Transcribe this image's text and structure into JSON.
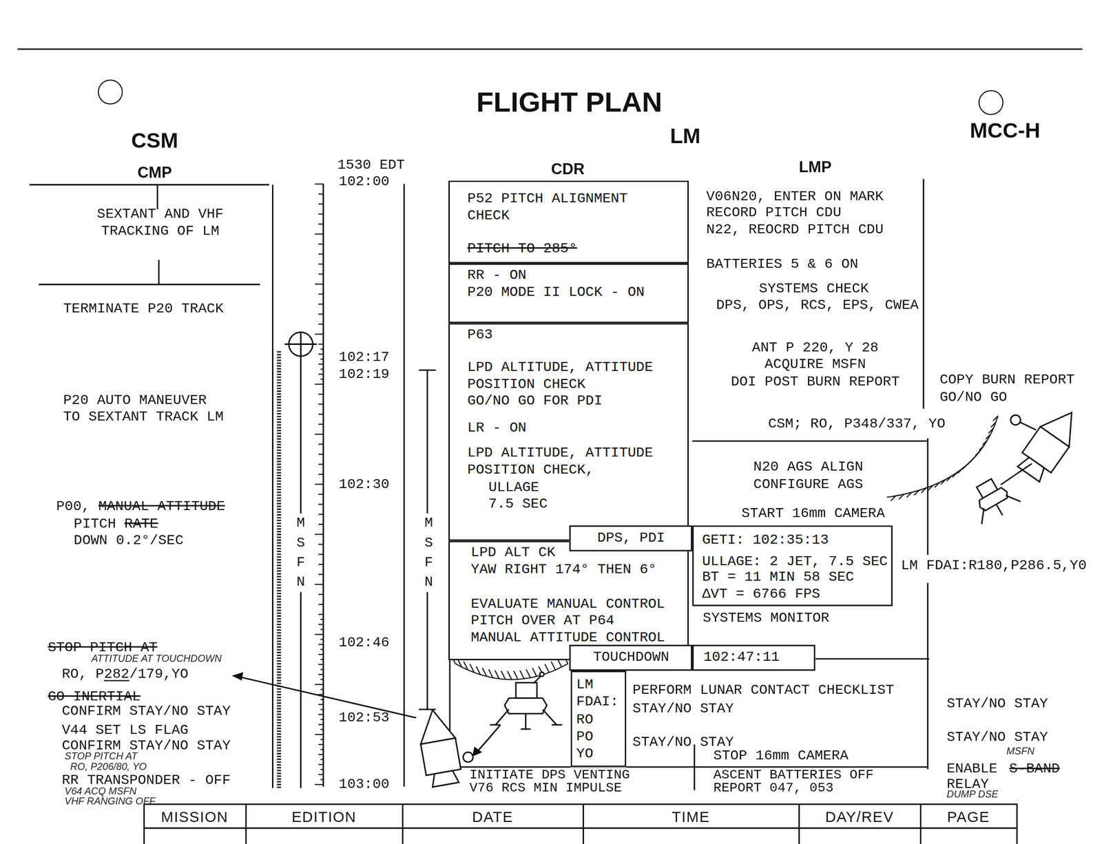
{
  "diagram": {
    "title": "FLIGHT PLAN",
    "nodes": [
      {
        "text": [
          "P52 PITCH ALIGNMENT CHECK",
          "PITCH TO 285°"
        ]
      },
      {
        "text": [
          "RR - ON",
          "P20 MODE II LOCK - ON"
        ]
      },
      {
        "text": [
          "P63",
          "LPD ALTITUDE, ATTITUDE POSITION CHECK",
          "GO/NO GO FOR PDI",
          "LR - ON",
          "LPD ALTITUDE, ATTITUDE POSITION CHECK,",
          "ULLAGE 7.5 SEC"
        ]
      },
      {
        "text": [
          "LPD ALT CK",
          "YAW RIGHT 174° THEN 6°",
          "EVALUATE MANUAL CONTROL",
          "PITCH OVER AT P64",
          "MANUAL ATTITUDE CONTROL"
        ]
      },
      {
        "text": [
          "DPS, PDI"
        ]
      },
      {
        "text": [
          "GETI: 102:35:13",
          "ULLAGE: 2 JET, 7.5 SEC",
          "BT = 11 MIN 58 SEC",
          "ΔVT = 6766 FPS"
        ]
      },
      {
        "text": [
          "TOUCHDOWN"
        ]
      },
      {
        "text": [
          "102:47:11"
        ]
      },
      {
        "text": [
          "LM FDAI:",
          "RO PO YO"
        ]
      }
    ],
    "labels": [
      "CSM",
      "LM",
      "MCC-H",
      "CMP",
      "CDR",
      "LMP",
      "1530 EDT",
      "102:00",
      "102:17",
      "102:19",
      "102:30",
      "102:46",
      "102:53",
      "103:00",
      "MSFN",
      "MSFN",
      "SEXTANT AND VHF TRACKING OF LM",
      "TERMINATE P20 TRACK",
      "P20 AUTO MANEUVER TO SEXTANT TRACK LM",
      "P00,",
      "MANUAL ATTITUDE",
      "PITCH",
      "RATE",
      "DOWN 0.2°/SEC",
      "STOP PITCH AT",
      "ATTITUDE AT TOUCHDOWN",
      "RO, P282/179,YO",
      "GO INERTIAL",
      "CONFIRM STAY/NO STAY",
      "V44 SET LS FLAG",
      "CONFIRM STAY/NO STAY",
      "STOP PITCH AT",
      "RO, P206/80, YO",
      "RR TRANSPONDER - OFF",
      "V64 ACQ MSFN",
      "VHF RANGING OFF",
      "V06N20, ENTER ON MARK",
      "RECORD PITCH CDU",
      "N22, REOCRD PITCH CDU",
      "BATTERIES 5 & 6 ON",
      "SYSTEMS CHECK",
      "DPS, OPS, RCS, EPS, CWEA",
      "ANT P 220, Y 28",
      "ACQUIRE MSFN",
      "DOI POST BURN REPORT",
      "CSM; RO, P348/337, YO",
      "N20 AGS ALIGN",
      "CONFIGURE AGS",
      "START 16mm CAMERA",
      "SYSTEMS MONITOR",
      "COPY BURN REPORT",
      "GO/NO GO",
      "LM FDAI:R180,P286.5,Y0",
      "STAY/NO STAY",
      "STAY/NO STAY",
      "MSFN",
      "ENABLE",
      "S-BAND",
      "RELAY",
      "DUMP DSE",
      "PERFORM LUNAR CONTACT CHECKLIST",
      "STAY/NO STAY",
      "STAY/NO STAY",
      "STOP 16mm CAMERA",
      "ASCENT BATTERIES OFF",
      "REPORT 047, 053",
      "INITIATE DPS VENTING",
      "V76 RCS MIN IMPULSE",
      "MISSION",
      "EDITION",
      "DATE",
      "TIME",
      "DAY/REV",
      "PAGE"
    ]
  }
}
